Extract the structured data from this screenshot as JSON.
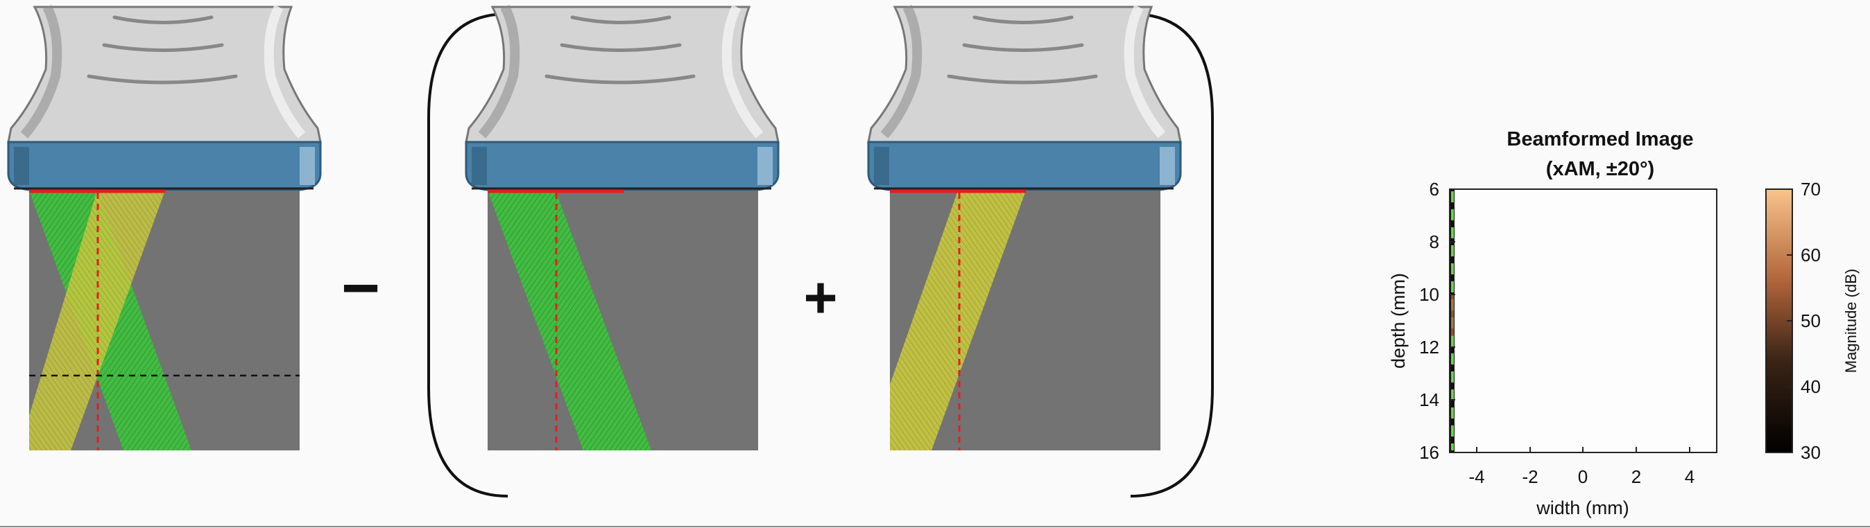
{
  "operators": {
    "minus": "−",
    "plus": "+"
  },
  "plot": {
    "title_line1": "Beamformed Image",
    "title_line2": "(xAM, ±20°)",
    "xlabel": "width (mm)",
    "ylabel": "depth (mm)",
    "x_ticks": [
      "-4",
      "-2",
      "0",
      "2",
      "4"
    ],
    "y_ticks": [
      "6",
      "8",
      "10",
      "12",
      "14",
      "16"
    ],
    "colorbar_label": "Magnitude (dB)",
    "colorbar_ticks": [
      "70",
      "60",
      "50",
      "40",
      "30"
    ]
  },
  "colors": {
    "beam_green": "#3ec23e",
    "beam_yellow": "#c8c840",
    "medium_gray": "#737373",
    "aperture_red": "#e02020",
    "lens_blue": "#4a82aa"
  }
}
